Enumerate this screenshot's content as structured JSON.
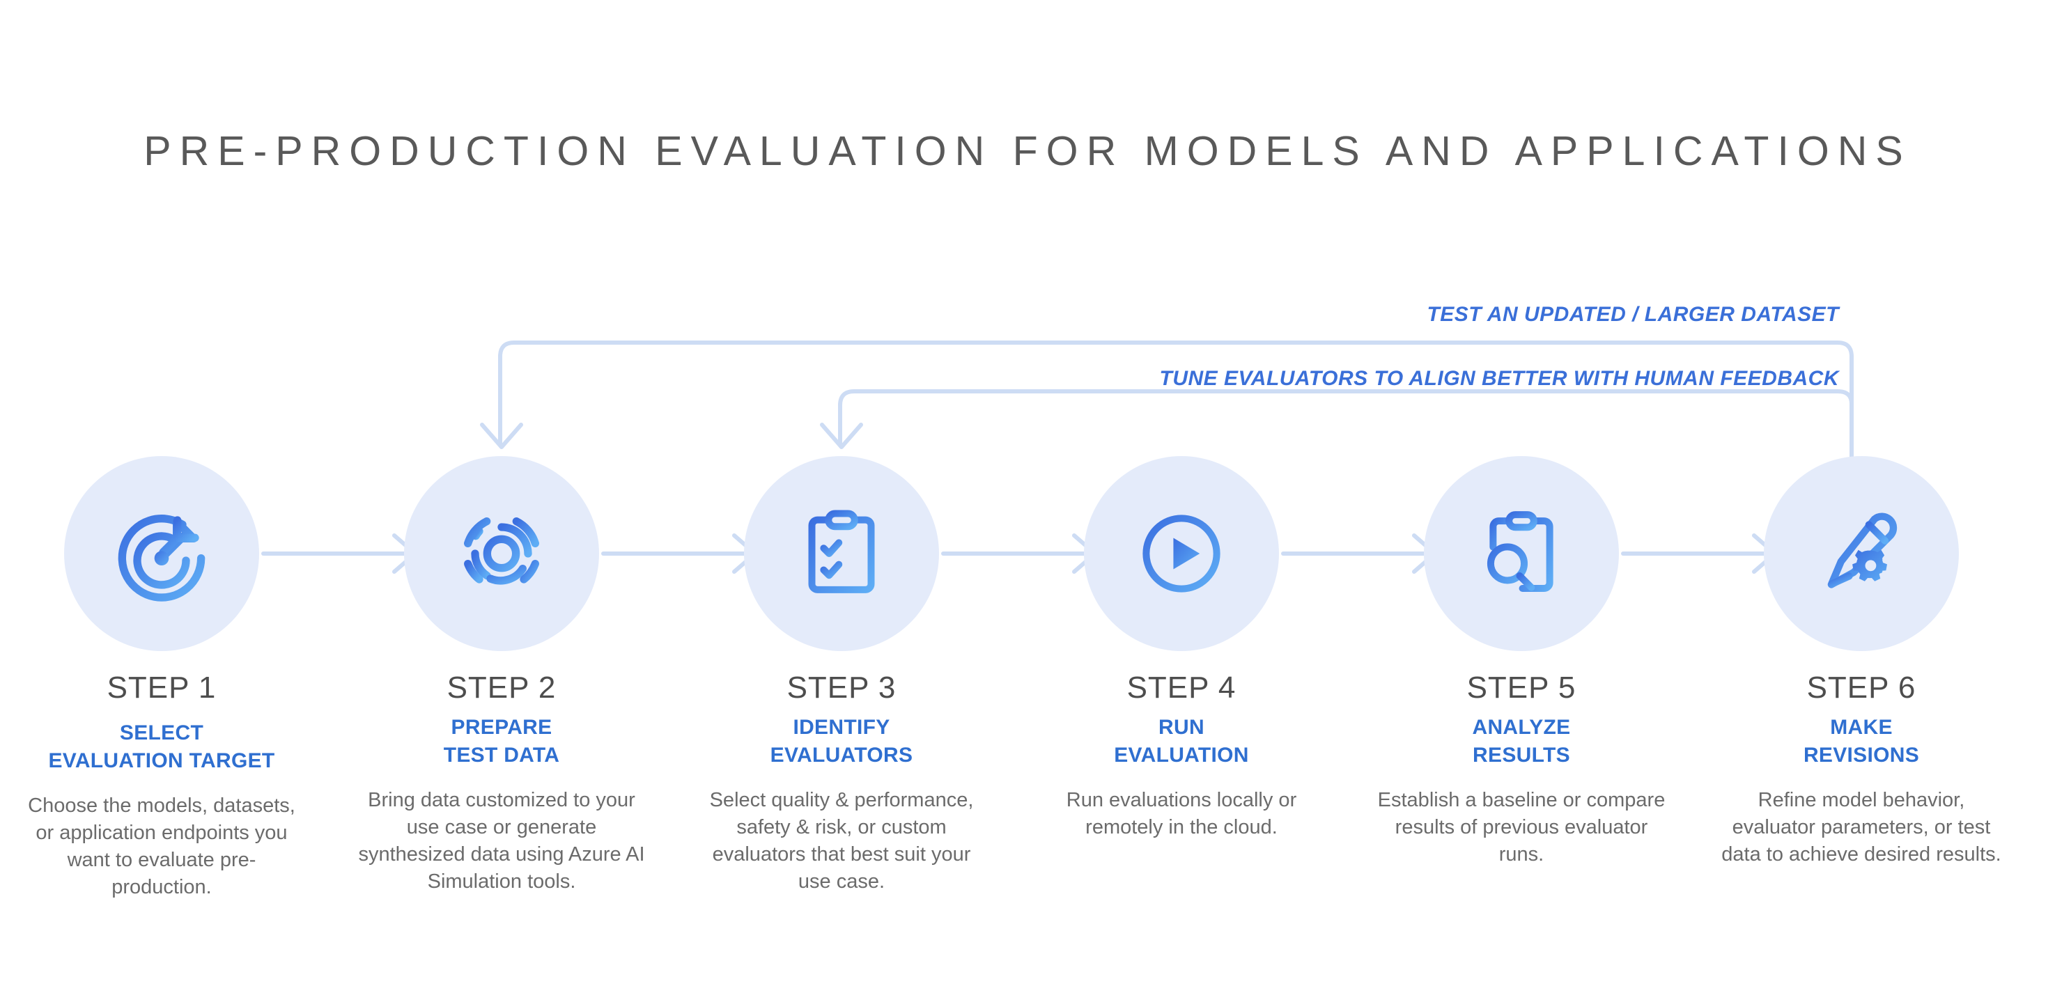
{
  "title": "PRE-PRODUCTION EVALUATION FOR MODELS AND APPLICATIONS",
  "colors": {
    "title_gray": "#595959",
    "accent_blue": "#2f6fd0",
    "loop_label_blue": "#3a6fd8",
    "circle_bg": "#e4ebfa",
    "connector_line": "#cddcf4",
    "icon_gradient_start": "#3b6fe0",
    "icon_gradient_end": "#5eadf5",
    "body_gray": "#6b6b6b",
    "step_num_gray": "#4d4d4d",
    "page_bg": "#ffffff"
  },
  "loops": [
    {
      "id": "loop-dataset",
      "label": "TEST AN UPDATED / LARGER DATASET",
      "from_step": 6,
      "to_step": 2
    },
    {
      "id": "loop-evaluators",
      "label": "TUNE EVALUATORS TO ALIGN BETTER WITH HUMAN FEEDBACK",
      "from_step": 6,
      "to_step": 3
    }
  ],
  "steps": [
    {
      "number": "STEP 1",
      "title": "SELECT\nEVALUATION TARGET",
      "title_line1": "SELECT",
      "title_line2": "EVALUATION TARGET",
      "description": "Choose the models, datasets, or application endpoints you want to evaluate pre-production.",
      "icon": "target-arrow-icon"
    },
    {
      "number": "STEP 2",
      "title": "PREPARE\nTEST DATA",
      "title_line1": "PREPARE",
      "title_line2": "TEST DATA",
      "description": "Bring data customized to your use case or generate synthesized data using Azure AI Simulation tools.",
      "icon": "concentric-rings-icon"
    },
    {
      "number": "STEP 3",
      "title": "IDENTIFY\nEVALUATORS",
      "title_line1": "IDENTIFY",
      "title_line2": "EVALUATORS",
      "description": "Select quality & performance, safety & risk, or custom evaluators that best suit your use case.",
      "icon": "clipboard-checklist-icon"
    },
    {
      "number": "STEP 4",
      "title": "RUN\nEVALUATION",
      "title_line1": "RUN",
      "title_line2": "EVALUATION",
      "description": "Run evaluations locally or remotely in the cloud.",
      "icon": "play-circle-icon"
    },
    {
      "number": "STEP 5",
      "title": "ANALYZE\nRESULTS",
      "title_line1": "ANALYZE",
      "title_line2": "RESULTS",
      "description": "Establish a baseline or compare results of previous evaluator runs.",
      "icon": "clipboard-search-icon"
    },
    {
      "number": "STEP 6",
      "title": "MAKE\nREVISIONS",
      "title_line1": "MAKE",
      "title_line2": "REVISIONS",
      "description": "Refine model behavior, evaluator parameters, or test data to achieve desired results.",
      "icon": "pencil-gear-icon"
    }
  ]
}
